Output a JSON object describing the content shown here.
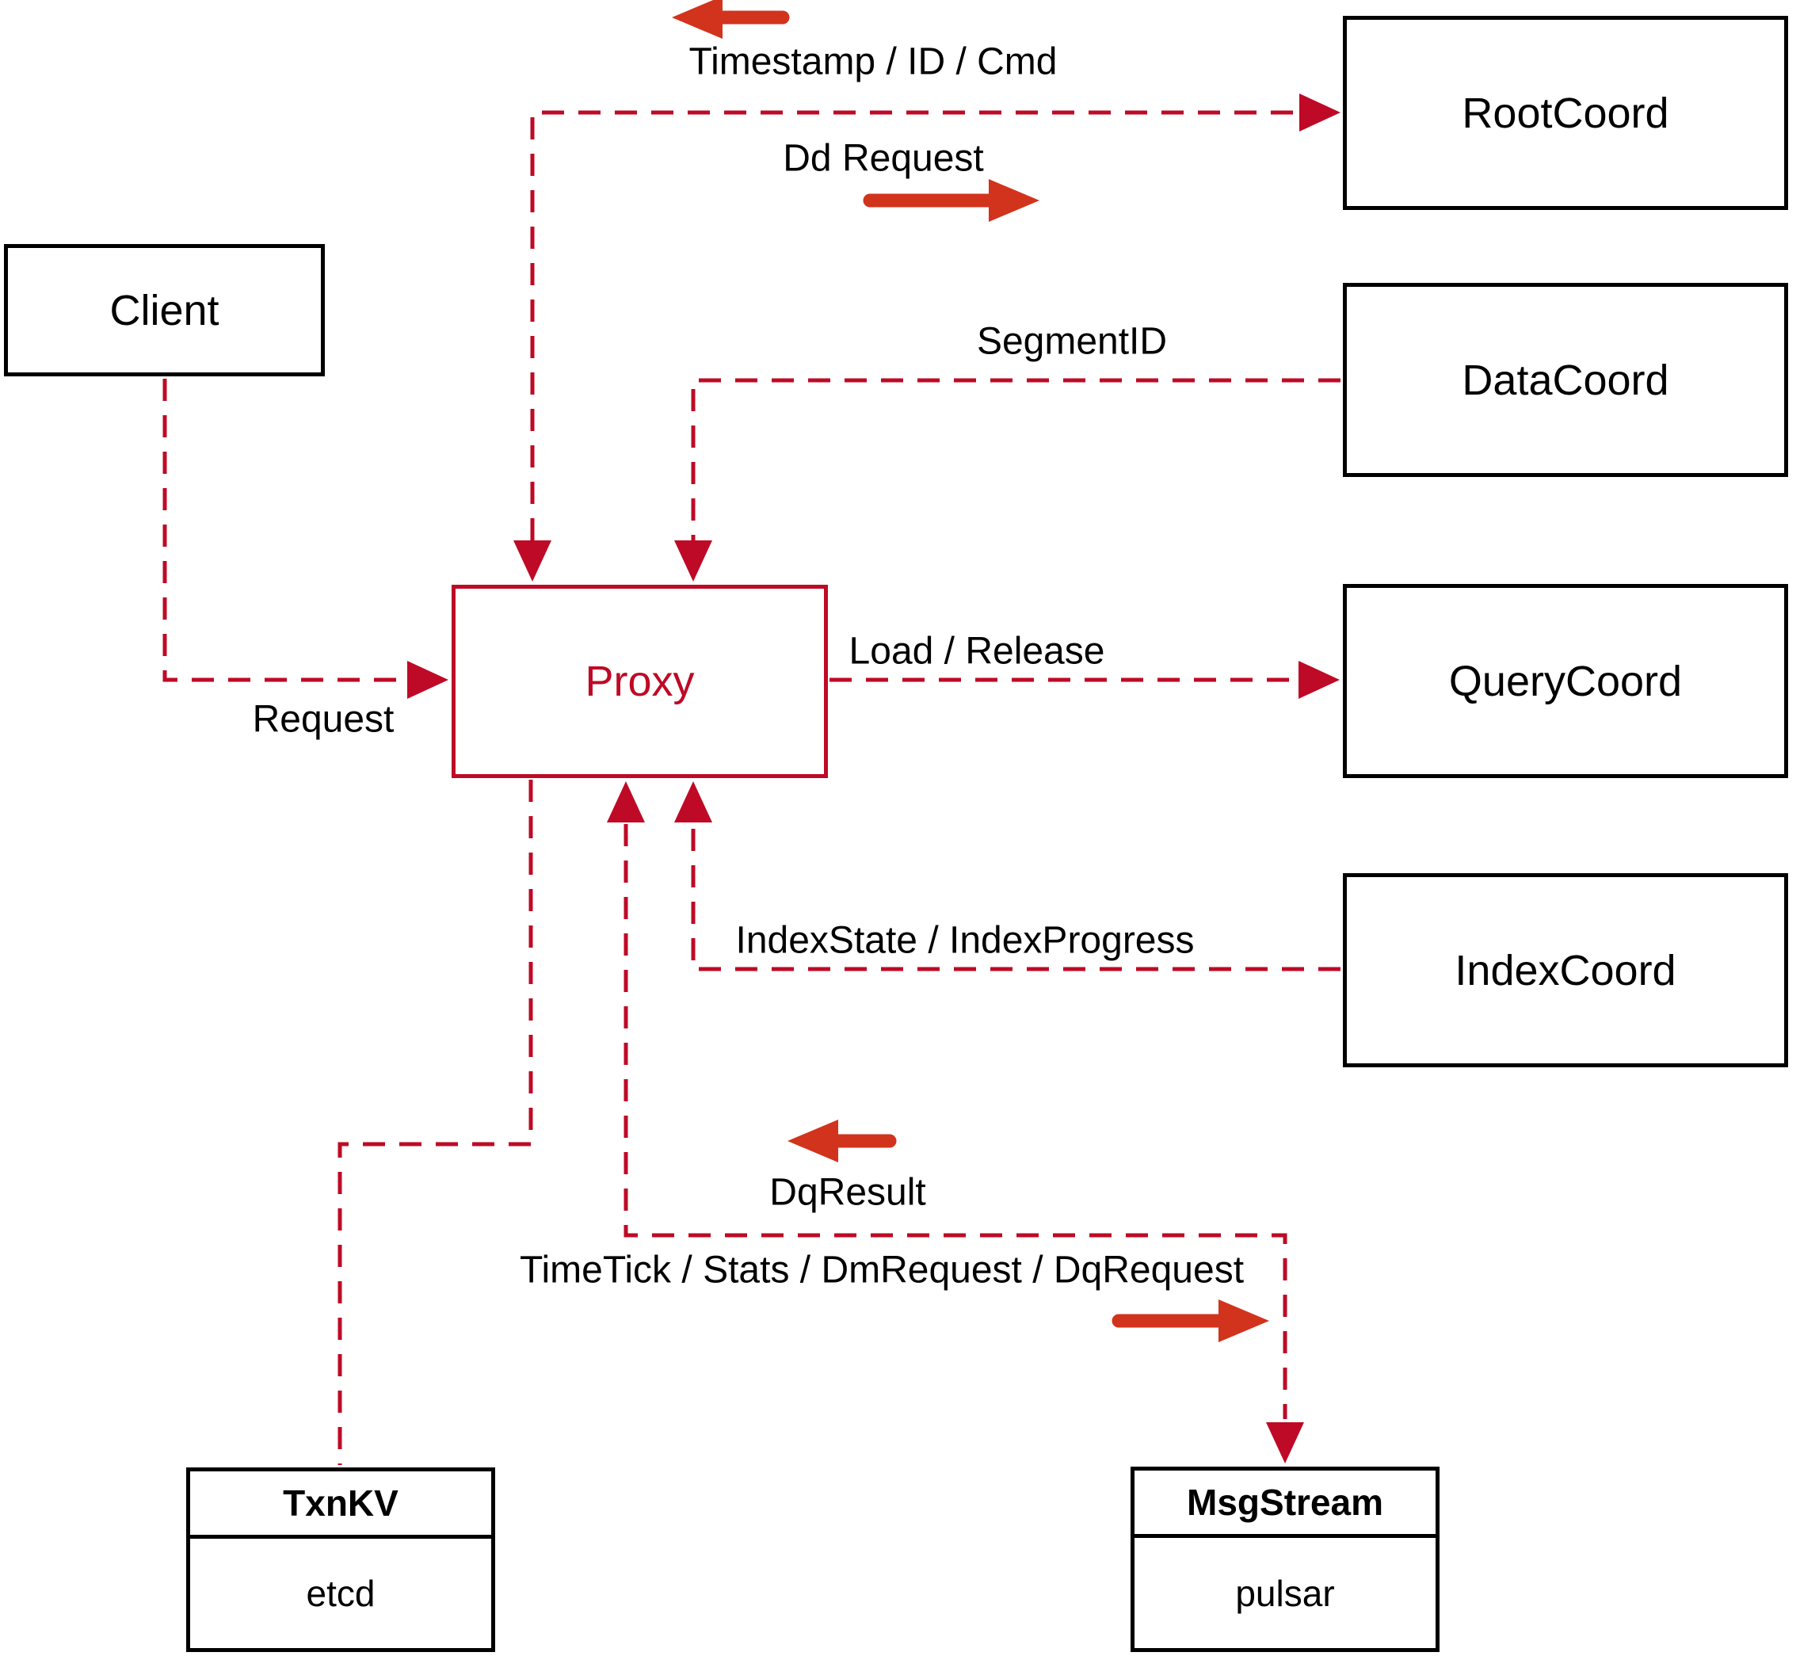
{
  "colors": {
    "line": "#be0a26",
    "solid_arrow": "#d2331c",
    "border": "#000000",
    "background": "#ffffff",
    "text": "#000000"
  },
  "nodes": {
    "client": {
      "label": "Client"
    },
    "proxy": {
      "label": "Proxy"
    },
    "root_coord": {
      "label": "RootCoord"
    },
    "data_coord": {
      "label": "DataCoord"
    },
    "query_coord": {
      "label": "QueryCoord"
    },
    "index_coord": {
      "label": "IndexCoord"
    },
    "txn_kv": {
      "title": "TxnKV",
      "subtitle": "etcd"
    },
    "msg_stream": {
      "title": "MsgStream",
      "subtitle": "pulsar"
    }
  },
  "edge_labels": {
    "timestamp": "Timestamp / ID / Cmd",
    "dd_request": "Dd Request",
    "segment_id": "SegmentID",
    "load_release": "Load / Release",
    "request": "Request",
    "index_state": "IndexState / IndexProgress",
    "dq_result": "DqResult",
    "time_tick": "TimeTick / Stats / DmRequest / DqRequest"
  }
}
